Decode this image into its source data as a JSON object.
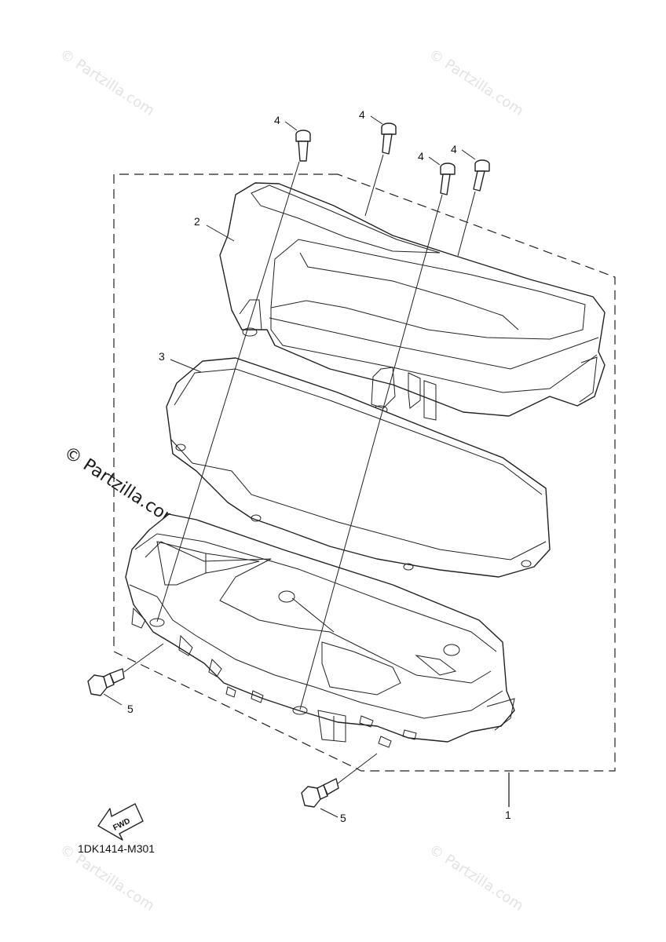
{
  "diagram": {
    "code": "1DK1414-M301",
    "fwd_label": "FWD",
    "callouts": {
      "c1": "1",
      "c2": "2",
      "c3": "3",
      "c4a": "4",
      "c4b": "4",
      "c4c": "4",
      "c4d": "4",
      "c5a": "5",
      "c5b": "5"
    }
  },
  "watermark": {
    "text": "© Partzilla.com"
  }
}
